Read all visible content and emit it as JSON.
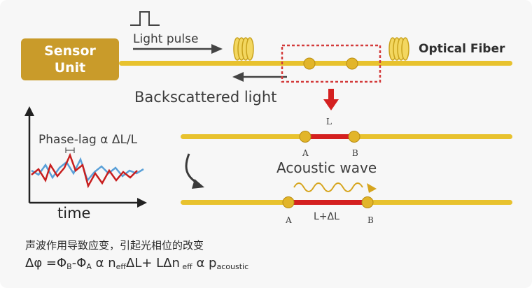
{
  "sensor_unit": {
    "line1": "Sensor",
    "line2": "Unit"
  },
  "labels": {
    "light_pulse": "Light pulse",
    "backscattered_light": "Backscattered light",
    "optical_fiber": "Optical Fiber",
    "phase_lag": "Phase-lag α ΔL/L",
    "time": "time",
    "acoustic_wave": "Acoustic wave",
    "L": "L",
    "L_plus_dL": "L+ΔL",
    "A": "A",
    "B": "B",
    "A2": "A",
    "B2": "B"
  },
  "caption": "声波作用导致应变，引起光相位的改变",
  "formula": {
    "part1": "Δφ =Φ",
    "sub_b": "B",
    "part2": "-Φ",
    "sub_a": "A",
    "part3": " α n",
    "sub_eff1": "eff",
    "part4": "ΔL+ LΔn",
    "sub_eff2": " eff",
    "part5": " α  p",
    "sub_acoustic": "acoustic"
  },
  "colors": {
    "gold": "#c99b2a",
    "fiber": "#e8c22e",
    "fiber_dark": "#c9a21c",
    "red": "#d42020",
    "blue": "#5aa0d8",
    "dashed_box": "#d33a3a",
    "text": "#3c3c3c"
  }
}
